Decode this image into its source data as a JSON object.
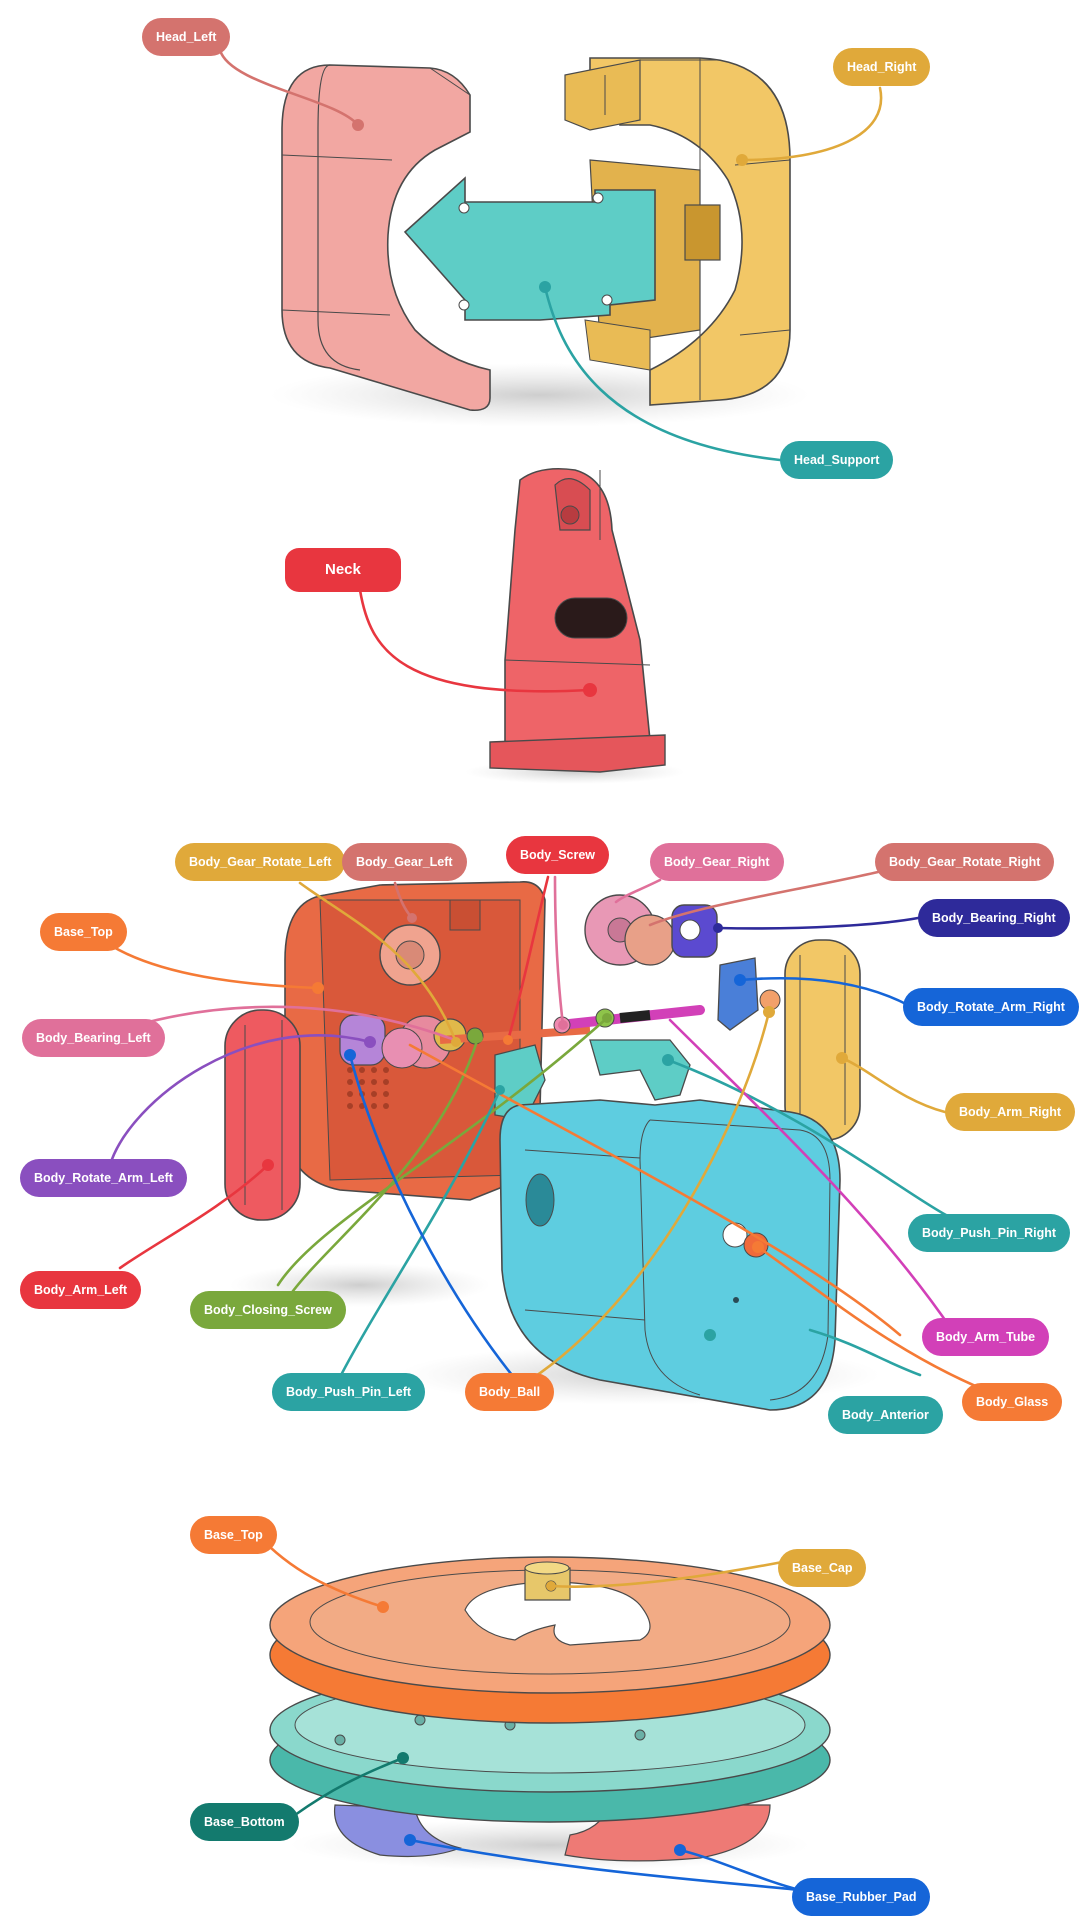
{
  "colors": {
    "salmon": "#d4736e",
    "gold": "#e0a93a",
    "teal": "#2ba3a3",
    "red": "#e8363f",
    "orange": "#f57a35",
    "pink": "#e0709a",
    "purple": "#8a4fbf",
    "navy": "#2e2a9a",
    "blue": "#1565d8",
    "green": "#7aa83c",
    "magenta": "#d240b8",
    "darkteal": "#137a6e"
  },
  "labels": [
    {
      "id": "head-left",
      "text": "Head_Left",
      "color": "#d4736e"
    },
    {
      "id": "head-right",
      "text": "Head_Right",
      "color": "#e0a93a"
    },
    {
      "id": "head-support",
      "text": "Head_Support",
      "color": "#2ba3a3"
    },
    {
      "id": "neck",
      "text": "Neck",
      "color": "#e8363f"
    },
    {
      "id": "body-gear-rotate-left",
      "text": "Body_Gear_Rotate_Left",
      "color": "#e0a93a"
    },
    {
      "id": "body-gear-left",
      "text": "Body_Gear_Left",
      "color": "#d4736e"
    },
    {
      "id": "body-screw",
      "text": "Body_Screw",
      "color": "#e8363f"
    },
    {
      "id": "body-gear-right",
      "text": "Body_Gear_Right",
      "color": "#e0709a"
    },
    {
      "id": "body-gear-rotate-right",
      "text": "Body_Gear_Rotate_Right",
      "color": "#d4736e"
    },
    {
      "id": "body-bearing-right",
      "text": "Body_Bearing_Right",
      "color": "#2e2a9a"
    },
    {
      "id": "base-top-body",
      "text": "Base_Top",
      "color": "#f57a35"
    },
    {
      "id": "body-rotate-arm-right",
      "text": "Body_Rotate_Arm_Right",
      "color": "#1565d8"
    },
    {
      "id": "body-bearing-left",
      "text": "Body_Bearing_Left",
      "color": "#e0709a"
    },
    {
      "id": "body-arm-right",
      "text": "Body_Arm_Right",
      "color": "#e0a93a"
    },
    {
      "id": "body-rotate-arm-left",
      "text": "Body_Rotate_Arm_Left",
      "color": "#8a4fbf"
    },
    {
      "id": "body-push-pin-right",
      "text": "Body_Push_Pin_Right",
      "color": "#2ba3a3"
    },
    {
      "id": "body-arm-left",
      "text": "Body_Arm_Left",
      "color": "#e8363f"
    },
    {
      "id": "body-closing-screw",
      "text": "Body_Closing_Screw",
      "color": "#7aa83c"
    },
    {
      "id": "body-arm-tube",
      "text": "Body_Arm_Tube",
      "color": "#d240b8"
    },
    {
      "id": "body-push-pin-left",
      "text": "Body_Push_Pin_Left",
      "color": "#2ba3a3"
    },
    {
      "id": "body-ball",
      "text": "Body_Ball",
      "color": "#f57a35"
    },
    {
      "id": "body-glass",
      "text": "Body_Glass",
      "color": "#f57a35"
    },
    {
      "id": "body-anterior",
      "text": "Body_Anterior",
      "color": "#2ba3a3"
    },
    {
      "id": "base-top",
      "text": "Base_Top",
      "color": "#f57a35"
    },
    {
      "id": "base-cap",
      "text": "Base_Cap",
      "color": "#e0a93a"
    },
    {
      "id": "base-bottom",
      "text": "Base_Bottom",
      "color": "#137a6e"
    },
    {
      "id": "base-rubber-pad",
      "text": "Base_Rubber_Pad",
      "color": "#1565d8"
    }
  ]
}
